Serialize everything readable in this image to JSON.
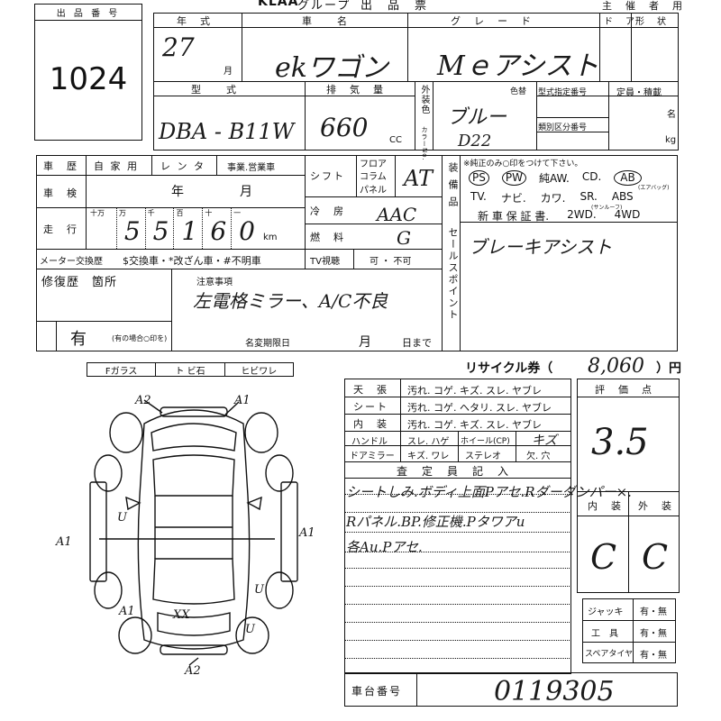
{
  "header": {
    "brand": "KLAA",
    "group": "グループ",
    "title": "出　品　票",
    "sponsor": "主　催　者　用"
  },
  "lot": {
    "label": "出 品 番 号",
    "number": "1024"
  },
  "vehicle": {
    "year_label": "年　式",
    "year_value": "27",
    "month_unit": "月",
    "name_label": "車　　名",
    "name_value": "ekワゴン",
    "grade_label": "グ　レ　ー　ド",
    "grade_value": "Mｅアシスト",
    "door_label": "ド　ア",
    "shape_label": "形　状",
    "model_label": "型　　式",
    "model_value": "DBA - B11W",
    "cc_label": "排　気　量",
    "cc_value": "660",
    "cc_unit": "CC",
    "ext_label": "外装色",
    "color_label": "色替",
    "color_value": "ブルー",
    "color_no_label": "カラーNo.",
    "color_no": "D22",
    "type_no_label": "型式指定番号",
    "class_no_label": "類別区分番号",
    "cap_label": "定員・積載",
    "cap_unit1": "名",
    "cap_unit2": "kg"
  },
  "history": {
    "label": "車　歴",
    "opt1": "自 家 用",
    "opt2": "レ ン タ",
    "opt3": "事業.営業車",
    "shaken_label": "車　検",
    "shaken_year": "年",
    "shaken_month": "月",
    "mileage_label": "走　行",
    "digit_labels": [
      "十万",
      "万",
      "千",
      "百",
      "十",
      "一"
    ],
    "mileage_digits": [
      "",
      "5",
      "5",
      "1",
      "6",
      "0"
    ],
    "mileage_unit": "km",
    "meter_label": "メーター交換歴",
    "meter_opts": "$交換車・*改ざん車・#不明車"
  },
  "spec": {
    "shift_label": "シフト",
    "floor": "フロア",
    "column": "コラム",
    "panel": "パネル",
    "shift_value": "AT",
    "ac_label": "冷　房",
    "ac_value": "AAC",
    "fuel_label": "燃　料",
    "fuel_value": "G",
    "tv_label": "TV視聴",
    "tv_opts": "可 ・ 不可"
  },
  "equipment": {
    "section_label": "装備品",
    "note": "※純正のみ○印をつけて下さい。",
    "row1": [
      "PS",
      "PW",
      "純AW.",
      "CD.",
      "AB"
    ],
    "ab_note": "(エアバッグ)",
    "row2": [
      "TV.",
      "ナビ.",
      "カワ.",
      "SR.",
      "ABS"
    ],
    "sr_note": "(サンルーフ)",
    "row3": [
      "新 車 保 証 書.",
      "2WD.",
      "4WD"
    ]
  },
  "sales": {
    "label": "セールスポイント",
    "text": "ブレーキアシスト"
  },
  "repair": {
    "label": "修復歴　箇所",
    "value": "有",
    "note": "(有の場合○印を)",
    "caution_label": "注意事項",
    "caution_text": "左電格ミラー、A/C不良",
    "deadline_label": "名変期限日",
    "deadline_month": "月",
    "deadline_day": "日まで"
  },
  "glass": {
    "items": [
      "Fガラス",
      "ト ビ石",
      "ヒビワレ"
    ]
  },
  "recycle": {
    "label": "リサイクル券（",
    "value": "8,060",
    "unit": "）円"
  },
  "condition": {
    "rows": [
      {
        "label": "天　張",
        "opts": "汚れ. コゲ. キズ. スレ. ヤブレ"
      },
      {
        "label": "シート",
        "opts": "汚れ. コゲ. ヘタリ. スレ. ヤブレ"
      },
      {
        "label": "内　装",
        "opts": "汚れ. コゲ. キズ. スレ. ヤブレ"
      }
    ],
    "handle_label": "ハンドル",
    "handle_opts": "スレ. ハゲ",
    "wheel_label": "ホイール(CP)",
    "wheel_value": "キズ",
    "mirror_label": "ドアミラー",
    "mirror_opts": "キズ. ワレ",
    "stereo_label": "ステレオ",
    "stereo_opts": "欠. 穴"
  },
  "inspector": {
    "label": "査　定　員　記　入",
    "lines": [
      "シートしみ.ボディ上面Pアセ.Rダーダンパー×.",
      "Rパネル.BP.修正機.Pタワアu",
      "各Au.Pアセ."
    ]
  },
  "rating": {
    "label": "評　価　点",
    "score": "3.5",
    "interior_label": "内　装",
    "exterior_label": "外　装",
    "interior": "C",
    "exterior": "C"
  },
  "tools": [
    {
      "label": "ジャッキ",
      "opts": "有・無"
    },
    {
      "label": "工　具",
      "opts": "有・無"
    },
    {
      "label": "スペアタイヤ",
      "opts": "有・無"
    }
  ],
  "chassis": {
    "label": "車台番号",
    "value": "0119305"
  },
  "diagram": {
    "marks": [
      "A2",
      "A1",
      "U",
      "A1",
      "A1",
      "U",
      "A1",
      "XX",
      "A2",
      "U"
    ]
  }
}
